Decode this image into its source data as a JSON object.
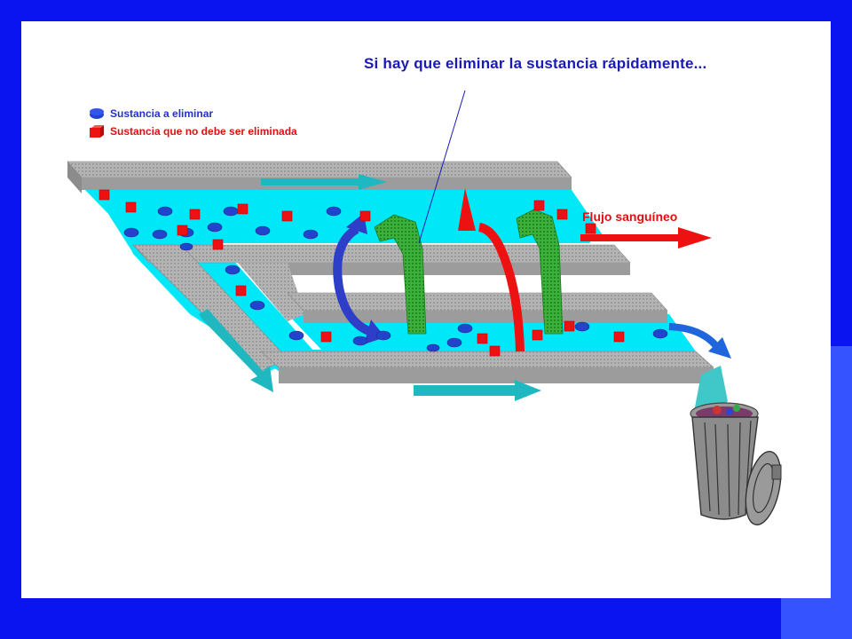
{
  "slide": {
    "title": "Si hay que eliminar la sustancia rápidamente...",
    "legend": {
      "blue_label": "Sustancia a eliminar",
      "red_label": "Sustancia que no debe ser eliminada"
    },
    "flow_label": "Flujo sanguíneo"
  },
  "colors": {
    "frame": "#0a14f0",
    "fluid": "#00e8f8",
    "substance_eliminate": "#2244cc",
    "substance_keep": "#ee1111",
    "filtration_arrow": "#33aa33",
    "flow_arrow": "#20b8c0",
    "wall": "#a8a8a8"
  },
  "icons": [
    "trash-can-icon",
    "blue-disc-icon",
    "red-cube-icon"
  ]
}
